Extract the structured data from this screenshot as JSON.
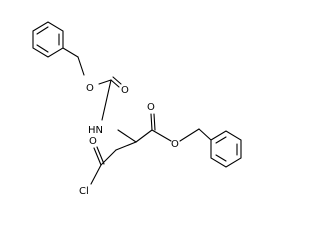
{
  "molecule": {
    "atoms": {
      "o_ether_cbz": "O",
      "o_carbonyl_cbz": "O",
      "n_amide": "HN",
      "o_carbonyl_ester": "O",
      "o_ether_ester": "O",
      "o_carbonyl_acid_chloride": "O",
      "cl": "Cl"
    }
  }
}
